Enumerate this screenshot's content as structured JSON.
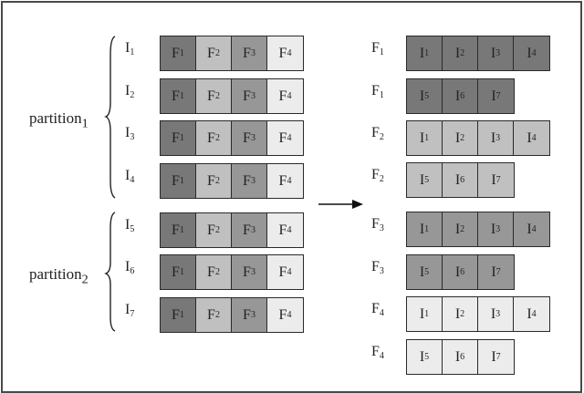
{
  "colors": {
    "F1": "#787878",
    "F2": "#c0c0c0",
    "F3": "#979797",
    "F4": "#ececec",
    "border": "#2a2a2a",
    "frame": "#4a4a4a"
  },
  "left": {
    "partitions": [
      {
        "label": "partition",
        "sub": "1",
        "items": [
          "1",
          "2",
          "3",
          "4"
        ]
      },
      {
        "label": "partition",
        "sub": "2",
        "items": [
          "5",
          "6",
          "7"
        ]
      }
    ],
    "row_label_prefix": "I",
    "cell_prefix": "F",
    "cells": [
      "1",
      "2",
      "3",
      "4"
    ]
  },
  "right": {
    "rows": [
      {
        "feature": "1",
        "items": [
          "1",
          "2",
          "3",
          "4"
        ]
      },
      {
        "feature": "1",
        "items": [
          "5",
          "6",
          "7"
        ]
      },
      {
        "feature": "2",
        "items": [
          "1",
          "2",
          "3",
          "4"
        ]
      },
      {
        "feature": "2",
        "items": [
          "5",
          "6",
          "7"
        ]
      },
      {
        "feature": "3",
        "items": [
          "1",
          "2",
          "3",
          "4"
        ]
      },
      {
        "feature": "3",
        "items": [
          "5",
          "6",
          "7"
        ]
      },
      {
        "feature": "4",
        "items": [
          "1",
          "2",
          "3",
          "4"
        ]
      },
      {
        "feature": "4",
        "items": [
          "5",
          "6",
          "7"
        ]
      }
    ],
    "row_label_prefix": "F",
    "cell_prefix": "I"
  },
  "arrow": {
    "direction": "right"
  }
}
